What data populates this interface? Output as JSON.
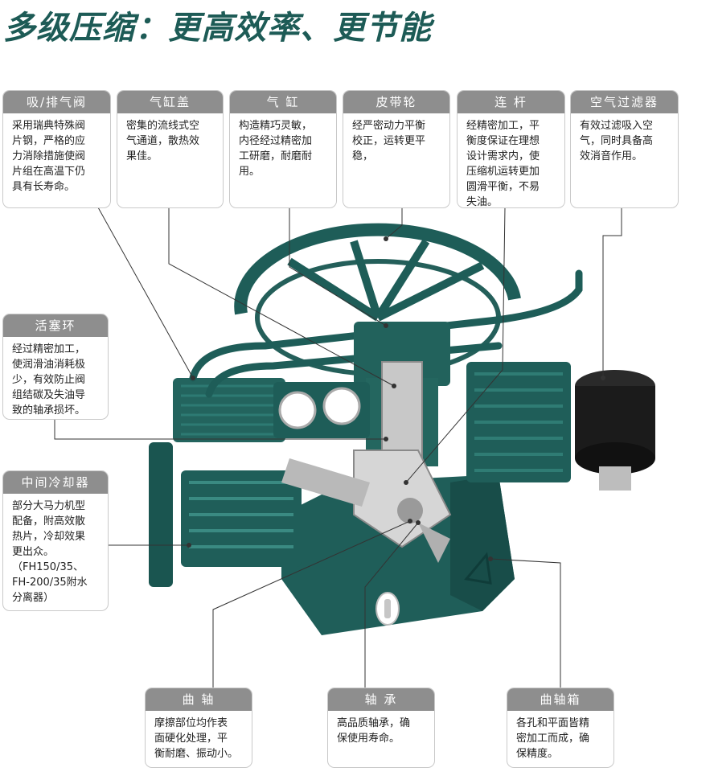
{
  "title": "多级压缩：更高效率、更节能",
  "colors": {
    "title": "#1d5b56",
    "machine": "#1e5d58",
    "card_header": "#8e8e8e"
  },
  "callouts": [
    {
      "id": "valve",
      "label": "吸/排气阀",
      "lines": [
        "采用瑞典特殊阀",
        "片钢，严格的应",
        "力消除措施使阀",
        "片组在高温下仍",
        "具有长寿命。"
      ]
    },
    {
      "id": "cylinder-head",
      "label": "气缸盖",
      "lines": [
        "密集的流线式空",
        "气通道，散热效",
        "果佳。"
      ]
    },
    {
      "id": "cylinder",
      "label": "气 缸",
      "lines": [
        "构造精巧灵敏，",
        "内径经过精密加",
        "工研磨，耐磨耐",
        "用。"
      ]
    },
    {
      "id": "pulley",
      "label": "皮带轮",
      "lines": [
        "经严密动力平衡",
        "校正，运转更平",
        "稳，"
      ]
    },
    {
      "id": "connecting-rod",
      "label": "连 杆",
      "lines": [
        "经精密加工，平",
        "衡度保证在理想",
        "设计需求内，使",
        "压缩机运转更加",
        "圆滑平衡，不易",
        "失油。"
      ]
    },
    {
      "id": "air-filter",
      "label": "空气过滤器",
      "lines": [
        "有效过滤吸入空",
        "气，同时具备高",
        "效消音作用。"
      ]
    },
    {
      "id": "piston-ring",
      "label": "活塞环",
      "lines": [
        "经过精密加工，",
        "使润滑油消耗极",
        "少，有效防止阀",
        "组结碳及失油导",
        "致的轴承损坏。"
      ]
    },
    {
      "id": "intercooler",
      "label": "中间冷却器",
      "lines": [
        "部分大马力机型",
        "配备，附高效散",
        "热片，冷却效果",
        "更出众。",
        "（FH150/35、",
        "FH-200/35附水",
        "分离器）"
      ]
    },
    {
      "id": "crankshaft",
      "label": "曲 轴",
      "lines": [
        "摩擦部位均作表",
        "面硬化处理，平",
        "衡耐磨、振动小。"
      ]
    },
    {
      "id": "bearing",
      "label": "轴 承",
      "lines": [
        "高品质轴承，确",
        "保使用寿命。"
      ]
    },
    {
      "id": "crankcase",
      "label": "曲轴箱",
      "lines": [
        "各孔和平面皆精",
        "密加工而成，确",
        "保精度。"
      ]
    }
  ]
}
